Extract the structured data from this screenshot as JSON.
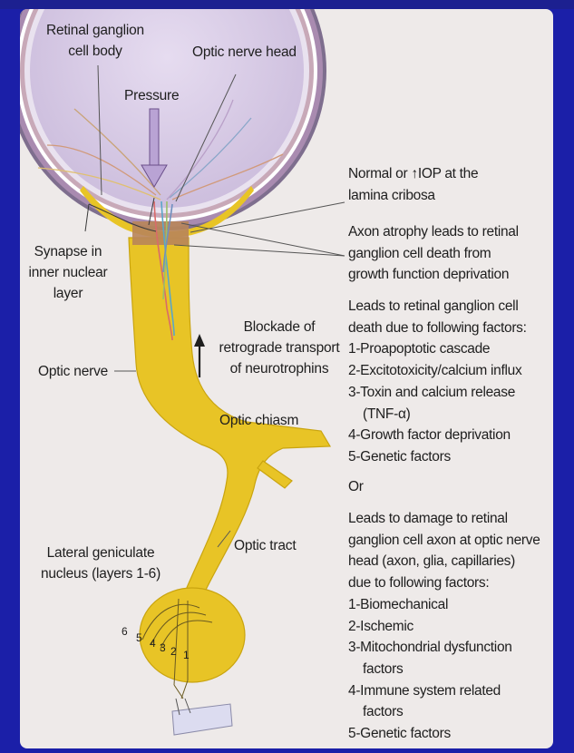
{
  "labels": {
    "rgc_body": "Retinal ganglion\ncell body",
    "optic_nerve_head": "Optic nerve head",
    "pressure": "Pressure",
    "synapse": "Synapse in\ninner nuclear\nlayer",
    "optic_nerve": "Optic nerve",
    "blockade": "Blockade of\nretrograde transport\nof neurotrophins",
    "optic_chiasm": "Optic chiasm",
    "optic_tract": "Optic tract",
    "lgn": "Lateral geniculate\nnucleus (layers 1-6)",
    "lgn_layers": [
      "6",
      "5",
      "4",
      "3",
      "2",
      "1"
    ]
  },
  "side": {
    "iop_line1": "Normal or ",
    "iop_arrow": "↑",
    "iop_line1b": "IOP at the",
    "iop_line2": "lamina cribosa",
    "atrophy": [
      "Axon atrophy leads to retinal",
      "ganglion cell death from",
      "growth function deprivation"
    ],
    "death_intro": [
      "Leads to retinal ganglion cell",
      "death due to following factors:"
    ],
    "death_factors": [
      "1-Proapoptotic cascade",
      "2-Excitotoxicity/calcium influx",
      "3-Toxin and calcium release"
    ],
    "death_factor3_cont": "(TNF-α)",
    "death_factors_b": [
      "4-Growth factor deprivation",
      "5-Genetic factors"
    ],
    "or": "Or",
    "damage_intro": [
      "Leads to damage to retinal",
      "ganglion cell axon at optic nerve",
      "head (axon, glia, capillaries)",
      "due to following factors:"
    ],
    "damage_f1": "1-Biomechanical",
    "damage_f2": "2-Ischemic",
    "damage_f3": "3-Mitochondrial dysfunction",
    "damage_f3b": "factors",
    "damage_f4": "4-Immune system related",
    "damage_f4b": "factors",
    "damage_f5": "5-Genetic factors"
  },
  "colors": {
    "background": "#1b1fa8",
    "panel": "#eeeae9",
    "nerve": "#e8c426",
    "eyeball": "#d8cce6",
    "lamina": "#b8855a",
    "pressure_arrow": "#b9a3d4"
  }
}
